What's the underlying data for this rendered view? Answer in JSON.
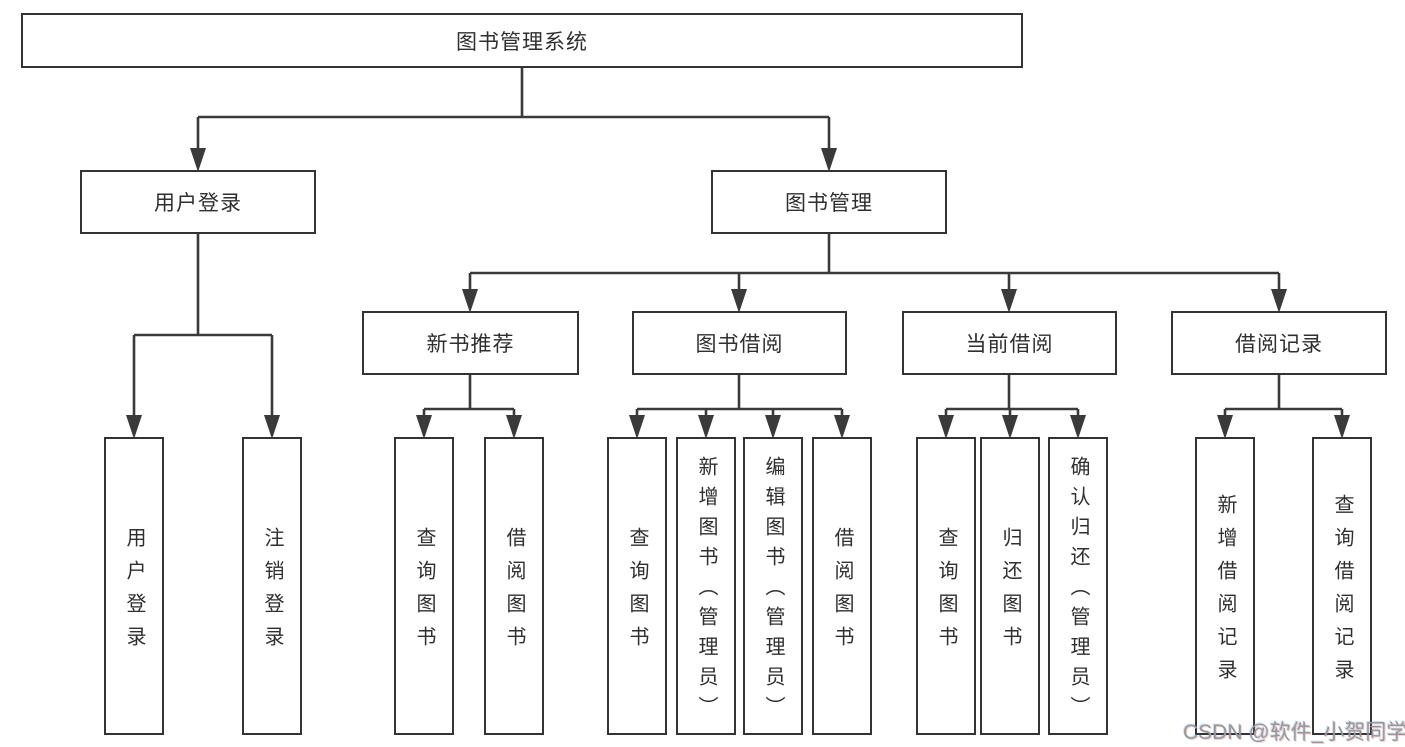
{
  "diagram": {
    "root": {
      "label": "图书管理系统"
    },
    "branches": [
      {
        "label": "用户登录",
        "children": [
          {
            "label": "用户登录"
          },
          {
            "label": "注销登录"
          }
        ]
      },
      {
        "label": "图书管理",
        "children": [
          {
            "label": "新书推荐",
            "children": [
              {
                "label": "查询图书"
              },
              {
                "label": "借阅图书"
              }
            ]
          },
          {
            "label": "图书借阅",
            "children": [
              {
                "label": "查询图书"
              },
              {
                "label": "新增图书（管理员）"
              },
              {
                "label": "编辑图书（管理员）"
              },
              {
                "label": "借阅图书"
              }
            ]
          },
          {
            "label": "当前借阅",
            "children": [
              {
                "label": "查询图书"
              },
              {
                "label": "归还图书"
              },
              {
                "label": "确认归还（管理员）"
              }
            ]
          },
          {
            "label": "借阅记录",
            "children": [
              {
                "label": "新增借阅记录"
              },
              {
                "label": "查询借阅记录"
              }
            ]
          }
        ]
      }
    ]
  },
  "watermark": {
    "text": "CSDN @软件_小贺同学"
  },
  "colors": {
    "line": "#3a3a3a",
    "border": "#333333",
    "text": "#2f2f2f",
    "background": "#ffffff",
    "watermark": "#97989c"
  }
}
